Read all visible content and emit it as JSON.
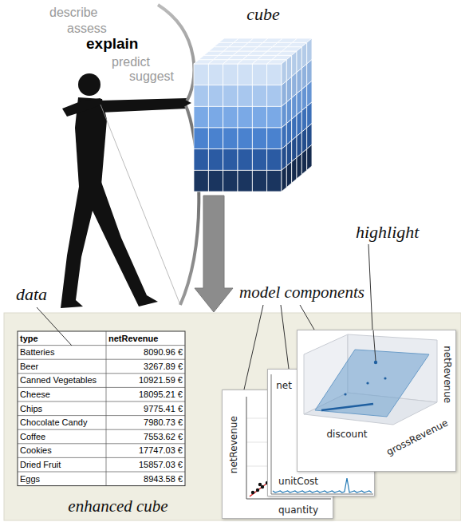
{
  "diagram": {
    "nodes": [
      {
        "text": [
          "cube"
        ]
      },
      {
        "text": [
          "enhanced cube"
        ]
      },
      {
        "text": [
          "netRevenue",
          "quantity"
        ],
        "in": 1
      },
      {
        "text": [
          "net",
          "unitCost"
        ],
        "in": 1
      },
      {
        "text": [
          "netRevenue",
          "discount",
          "grossRevenue"
        ],
        "in": 1
      }
    ],
    "edges": [
      {
        "from": 0,
        "to": 1,
        "arrow": "to"
      }
    ],
    "labels": [
      "describe",
      "assess",
      "explain",
      "predict",
      "suggest",
      "data",
      "model components",
      "highlight",
      "type",
      "netRevenue",
      "Batteries",
      "8090.96 €",
      "Beer",
      "3267.89 €",
      "Canned Vegetables",
      "10921.59 €",
      "Cheese",
      "18095.21 €",
      "Chips",
      "9775.41 €",
      "Chocolate Candy",
      "7980.73 €",
      "Coffee",
      "7553.62 €",
      "Cookies",
      "17747.03 €",
      "Dried Fruit",
      "15857.03 €",
      "Eggs",
      "8943.58 €"
    ]
  }
}
